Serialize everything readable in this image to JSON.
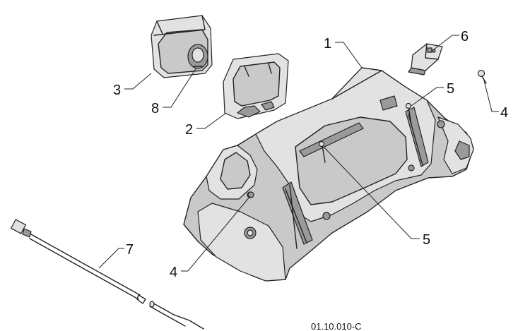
{
  "diagram": {
    "drawing_id": "01.10.010-C",
    "callouts": {
      "c1": "1",
      "c2": "2",
      "c3": "3",
      "c4a": "4",
      "c4b": "4",
      "c5a": "5",
      "c5b": "5",
      "c6": "6",
      "c7": "7",
      "c8": "8"
    }
  }
}
